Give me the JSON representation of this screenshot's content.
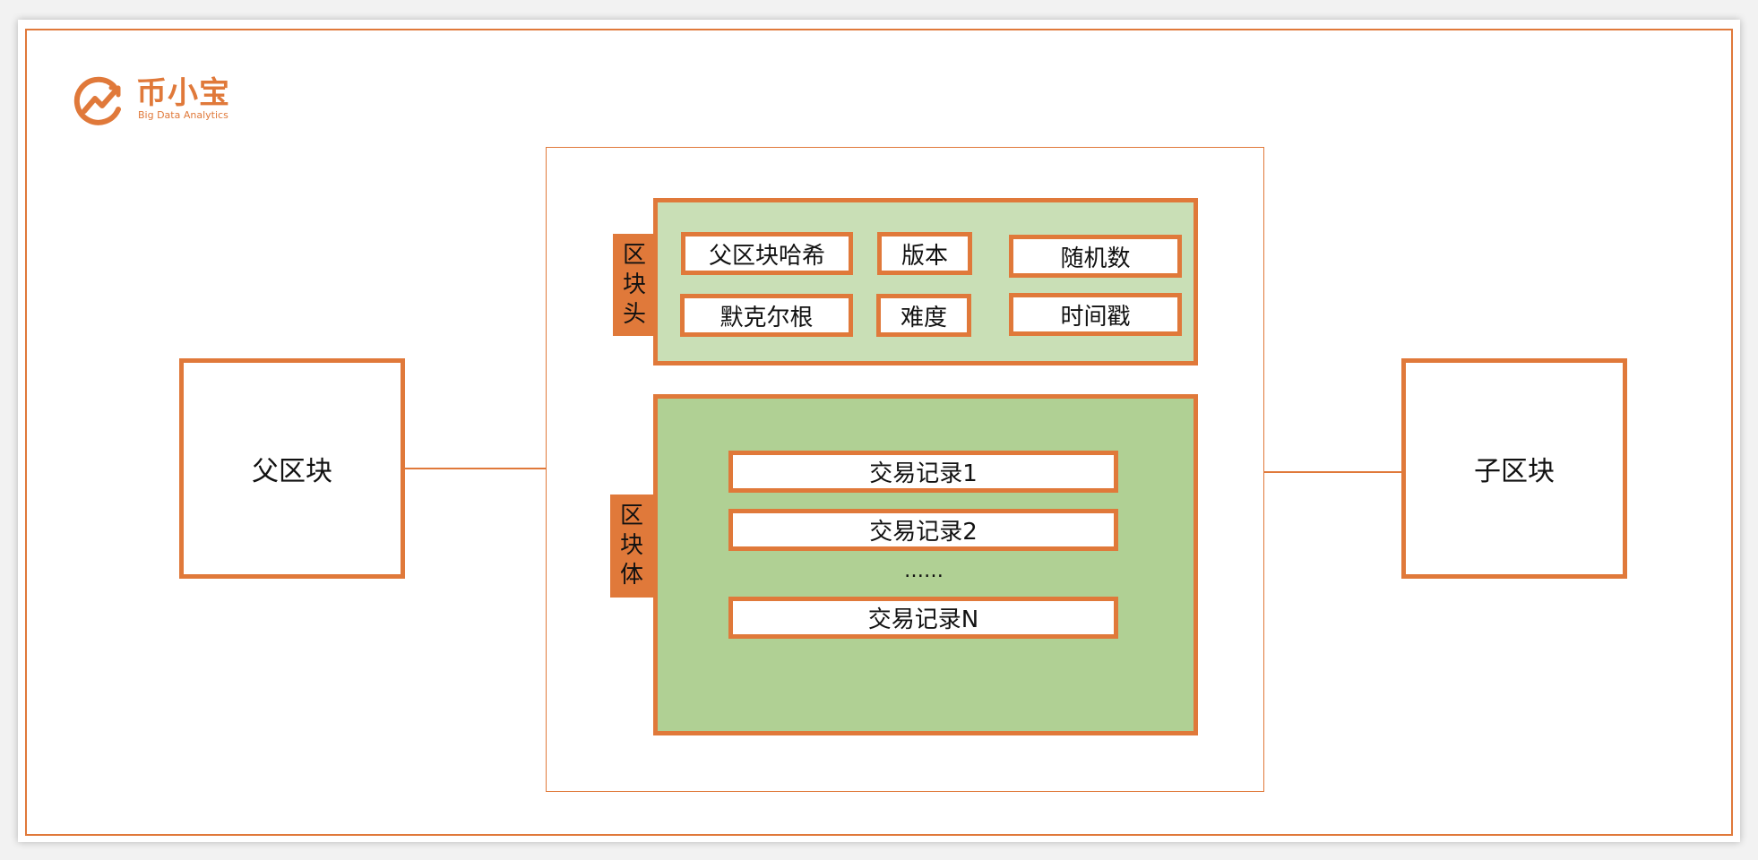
{
  "logo": {
    "name": "币小宝",
    "tagline": "Big Data Analytics"
  },
  "parent_block": {
    "label": "父区块"
  },
  "child_block": {
    "label": "子区块"
  },
  "block_header": {
    "label": [
      "区",
      "块",
      "头"
    ],
    "fields": [
      "父区块哈希",
      "版本",
      "随机数",
      "默克尔根",
      "难度",
      "时间戳"
    ]
  },
  "block_body": {
    "label": [
      "区",
      "块",
      "体"
    ],
    "records": [
      "交易记录1",
      "交易记录2",
      "交易记录N"
    ],
    "ellipsis": "……"
  },
  "colors": {
    "accent": "#e0793a",
    "header_fill": "#c9dfb6",
    "body_fill": "#b0d094"
  }
}
